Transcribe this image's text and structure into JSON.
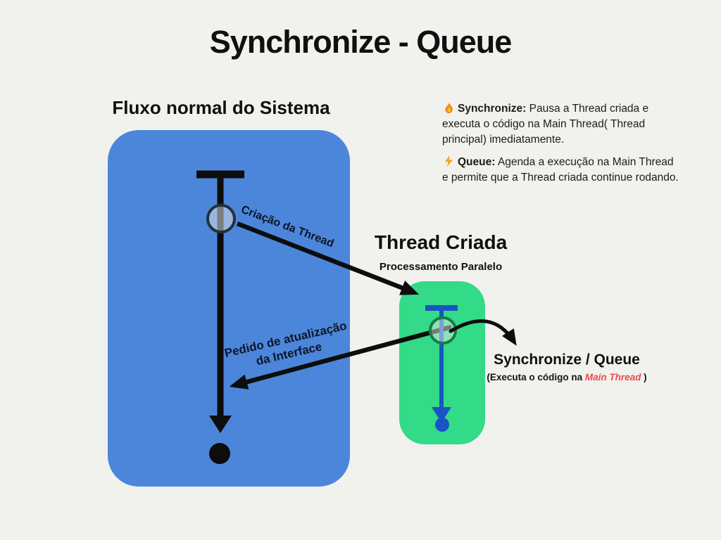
{
  "title": "Synchronize - Queue",
  "flow": {
    "heading": "Fluxo normal do Sistema",
    "creation_label": "Criação da Thread",
    "update_label_line1": "Pedido de atualização",
    "update_label_line2": "da Interface"
  },
  "thread": {
    "heading": "Thread Criada",
    "subheading": "Processamento Paralelo"
  },
  "callout": {
    "title": "Synchronize / Queue",
    "subtitle_prefix": "(Executa o código na ",
    "subtitle_highlight": "Main Thread",
    "subtitle_suffix": " )"
  },
  "notes": [
    {
      "icon": "fire-icon",
      "term": "Synchronize:",
      "text": "Pausa a Thread criada e executa o código na Main Thread( Thread principal) imediatamente."
    },
    {
      "icon": "lightning-icon",
      "term": "Queue:",
      "text": "Agenda a execução na Main Thread e permite que a Thread criada continue rodando."
    }
  ],
  "colors": {
    "background": "#f1f1ee",
    "main_flow_panel": "#4c86db",
    "thread_panel": "#33da88",
    "thread_line_blue": "#1a53c4",
    "ink_black": "#0d0d0d",
    "highlight_red": "#ef4a51",
    "flame_orange": "#f6851f",
    "bolt_orange": "#f7a11d",
    "creation_circle_border": "#22303c",
    "parallel_circle_border": "#187a42"
  }
}
